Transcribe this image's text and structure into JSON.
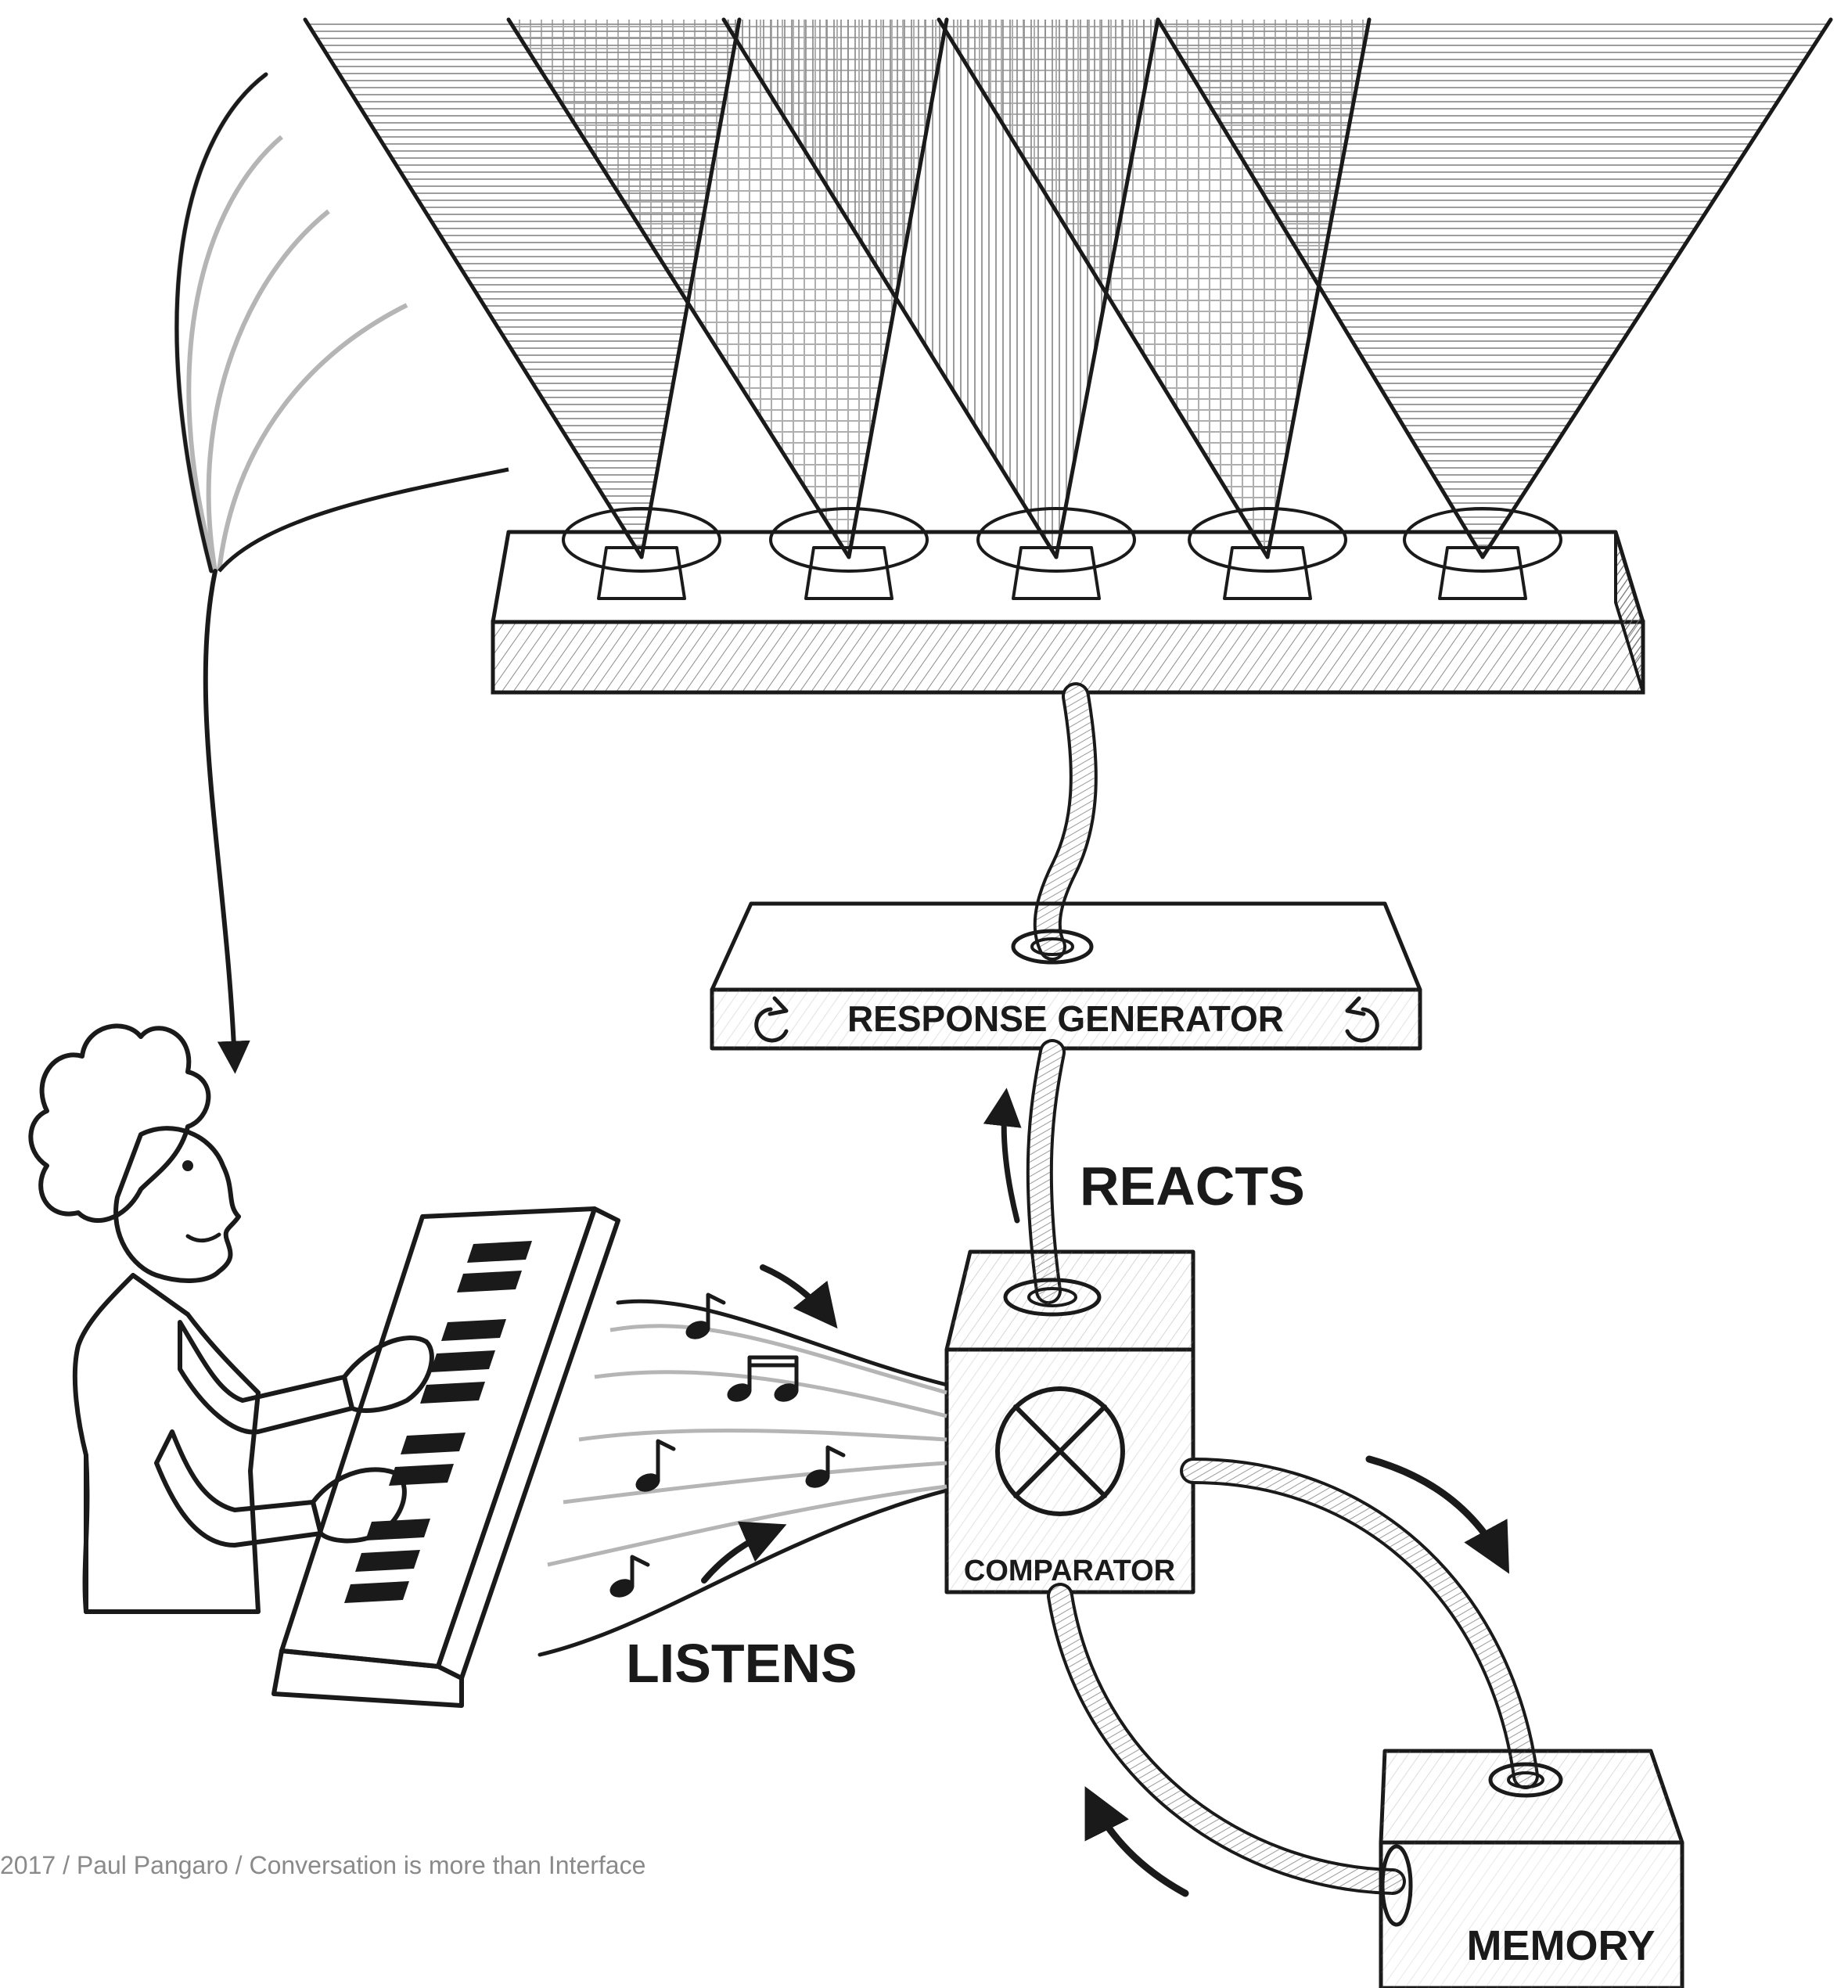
{
  "labels": {
    "response_generator": "RESPONSE GENERATOR",
    "reacts": "REACTS",
    "listens": "LISTENS",
    "comparator": "COMPARATOR",
    "memory": "MEMORY"
  },
  "credit": "2017 / Paul Pangaro / Conversation is more than Interface",
  "colors": {
    "ink": "#1a1a1a",
    "hatch": "#8c8c8c",
    "light_gray": "#b5b5b5",
    "credit_text": "#8a8a8a",
    "background": "#ffffff"
  },
  "icons": [
    "clockwise-arrow-icon",
    "counterclockwise-arrow-icon",
    "music-note-icon",
    "cross-circle-icon"
  ]
}
